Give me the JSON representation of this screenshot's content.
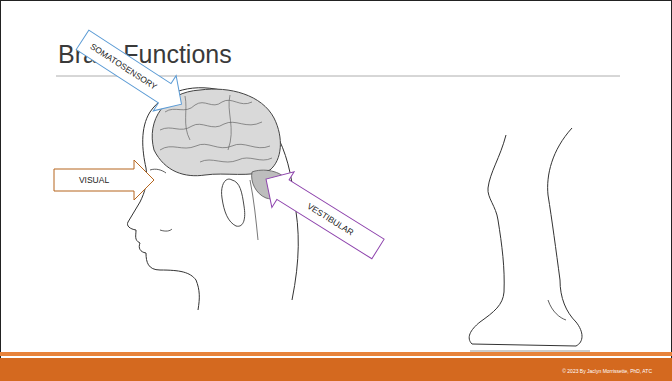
{
  "diagram": {
    "title": "Brain Functions",
    "nodes": [
      {
        "text": [
          "SOMATOSENSORY"
        ]
      },
      {
        "text": [
          "VISUAL"
        ]
      },
      {
        "text": [
          "VESTIBULAR"
        ]
      }
    ],
    "labels": [
      "© 2023 By Jaclyn Morrissette, PhD, ATC"
    ]
  }
}
